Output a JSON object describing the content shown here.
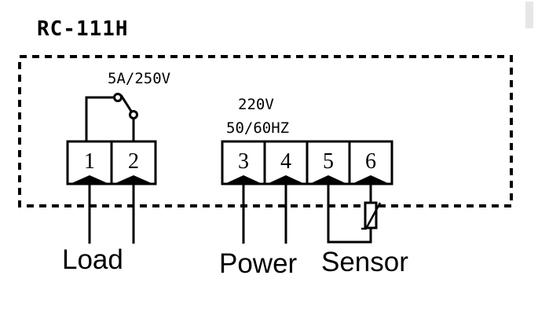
{
  "title": "RC-111H",
  "relay": {
    "rating": "5A/250V"
  },
  "power_spec": {
    "voltage": "220V",
    "frequency": "50/60HZ"
  },
  "terminals": [
    {
      "number": "1"
    },
    {
      "number": "2"
    },
    {
      "number": "3"
    },
    {
      "number": "4"
    },
    {
      "number": "5"
    },
    {
      "number": "6"
    }
  ],
  "labels": {
    "load": "Load",
    "power": "Power",
    "sensor": "Sensor"
  },
  "colors": {
    "ink": "#000000",
    "background": "#ffffff"
  }
}
